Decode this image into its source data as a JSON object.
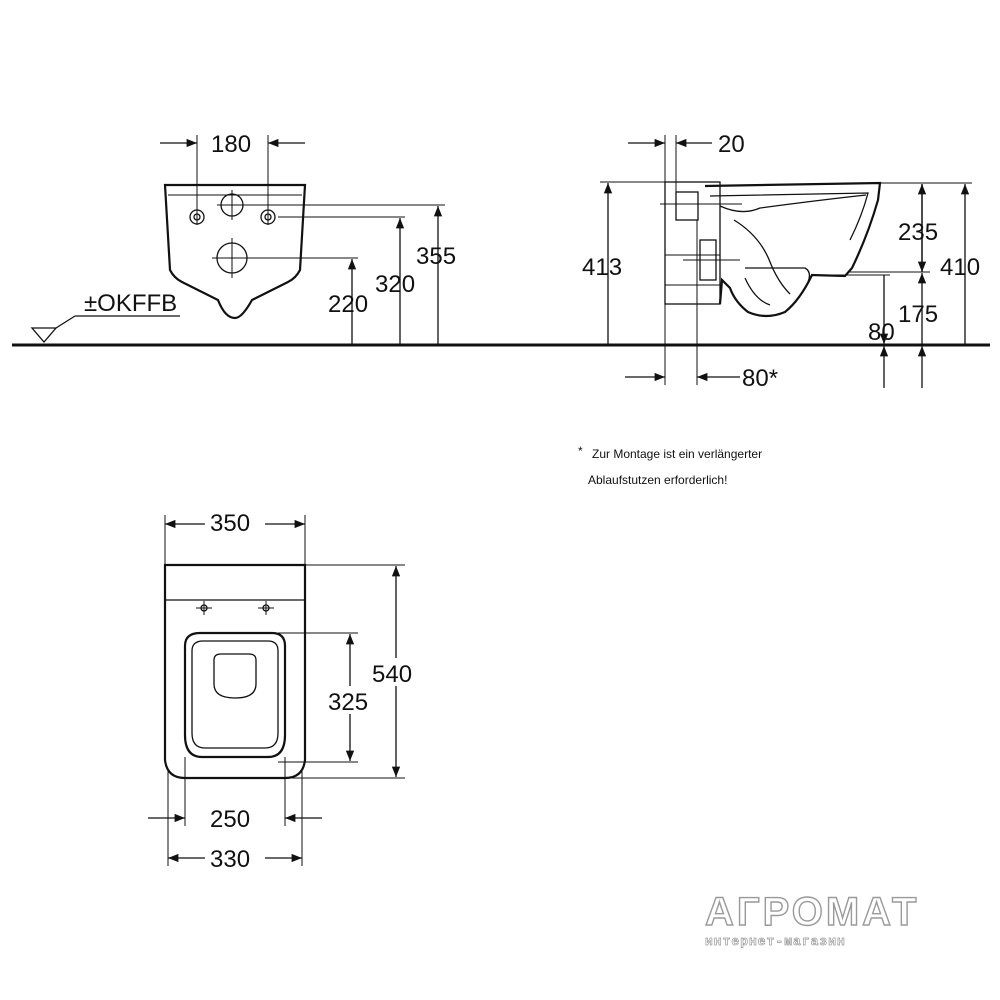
{
  "front_view": {
    "reference_label": "±OKFFB",
    "width_dim": "180",
    "height_355": "355",
    "height_320": "320",
    "height_220": "220"
  },
  "side_view": {
    "wall_dim": "20",
    "height_413": "413",
    "height_235": "235",
    "height_410": "410",
    "height_175": "175",
    "height_80": "80",
    "offset_dim": "80*"
  },
  "note": {
    "line1": "Zur Montage ist ein verlängerter",
    "line2": "Ablaufstutzen erforderlich!"
  },
  "top_view": {
    "width_350": "350",
    "length_540": "540",
    "inner_325": "325",
    "inner_250": "250",
    "outer_330": "330"
  },
  "watermark": {
    "brand": "АГРОМАТ",
    "tagline": "интернет-магазин"
  }
}
